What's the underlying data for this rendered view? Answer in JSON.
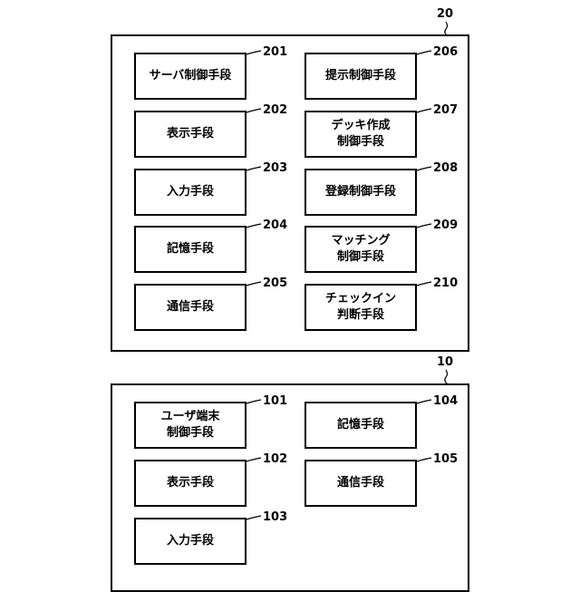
{
  "server": {
    "ref": "20",
    "left_column": [
      {
        "ref": "201",
        "label": "サーバ制御手段"
      },
      {
        "ref": "202",
        "label": "表示手段"
      },
      {
        "ref": "203",
        "label": "入力手段"
      },
      {
        "ref": "204",
        "label": "記憶手段"
      },
      {
        "ref": "205",
        "label": "通信手段"
      }
    ],
    "right_column": [
      {
        "ref": "206",
        "label": "提示制御手段"
      },
      {
        "ref": "207",
        "label": "デッキ作成\n制御手段"
      },
      {
        "ref": "208",
        "label": "登録制御手段"
      },
      {
        "ref": "209",
        "label": "マッチング\n制御手段"
      },
      {
        "ref": "210",
        "label": "チェックイン\n判断手段"
      }
    ]
  },
  "terminal": {
    "ref": "10",
    "left_column": [
      {
        "ref": "101",
        "label": "ユーザ端末\n制御手段"
      },
      {
        "ref": "102",
        "label": "表示手段"
      },
      {
        "ref": "103",
        "label": "入力手段"
      }
    ],
    "right_column": [
      {
        "ref": "104",
        "label": "記憶手段"
      },
      {
        "ref": "105",
        "label": "通信手段"
      }
    ]
  }
}
